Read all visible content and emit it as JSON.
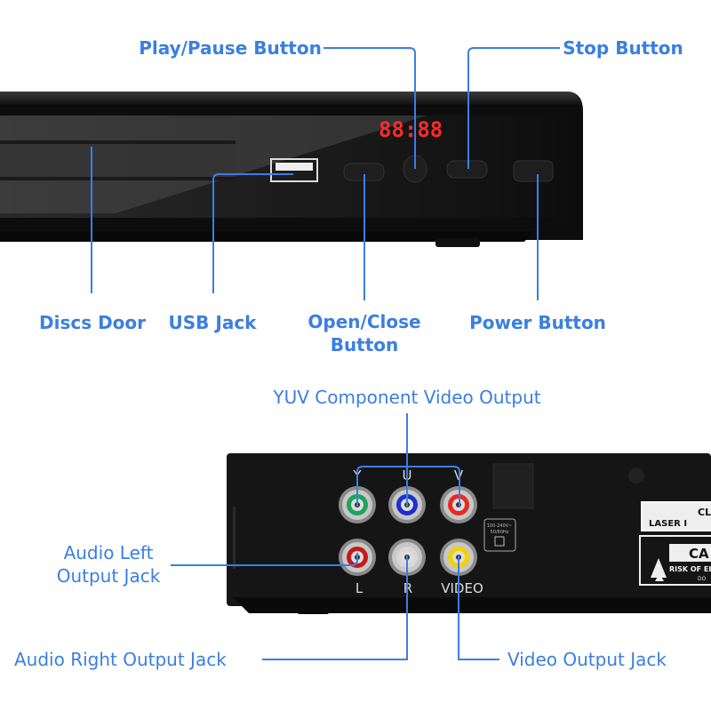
{
  "colors": {
    "label": "#3b7fe0",
    "leader": "#3a7ee6",
    "body": "#141414",
    "display": "#ff2a2a"
  },
  "labels": {
    "play_pause": "Play/Pause Button",
    "stop": "Stop Button",
    "discs_door": "Discs Door",
    "usb_jack": "USB Jack",
    "open_close_1": "Open/Close",
    "open_close_2": "Button",
    "power": "Power Button",
    "yuv": "YUV Component Video Output",
    "audio_left_1": "Audio Left",
    "audio_left_2": "Output Jack",
    "audio_right": "Audio Right Output Jack",
    "video_out": "Video Output Jack"
  },
  "device": {
    "display": "88:88",
    "jack_labels": {
      "y": "Y",
      "u": "U",
      "v": "V",
      "l": "L",
      "r": "R",
      "video": "VIDEO"
    },
    "power_rating_1": "100-240V~",
    "power_rating_2": "50/60Hz",
    "sticker_1a": "CLA",
    "sticker_1b": "LASER I",
    "sticker_2a": "CA",
    "sticker_2b": "RISK OF EL",
    "sticker_2c": "DO"
  }
}
